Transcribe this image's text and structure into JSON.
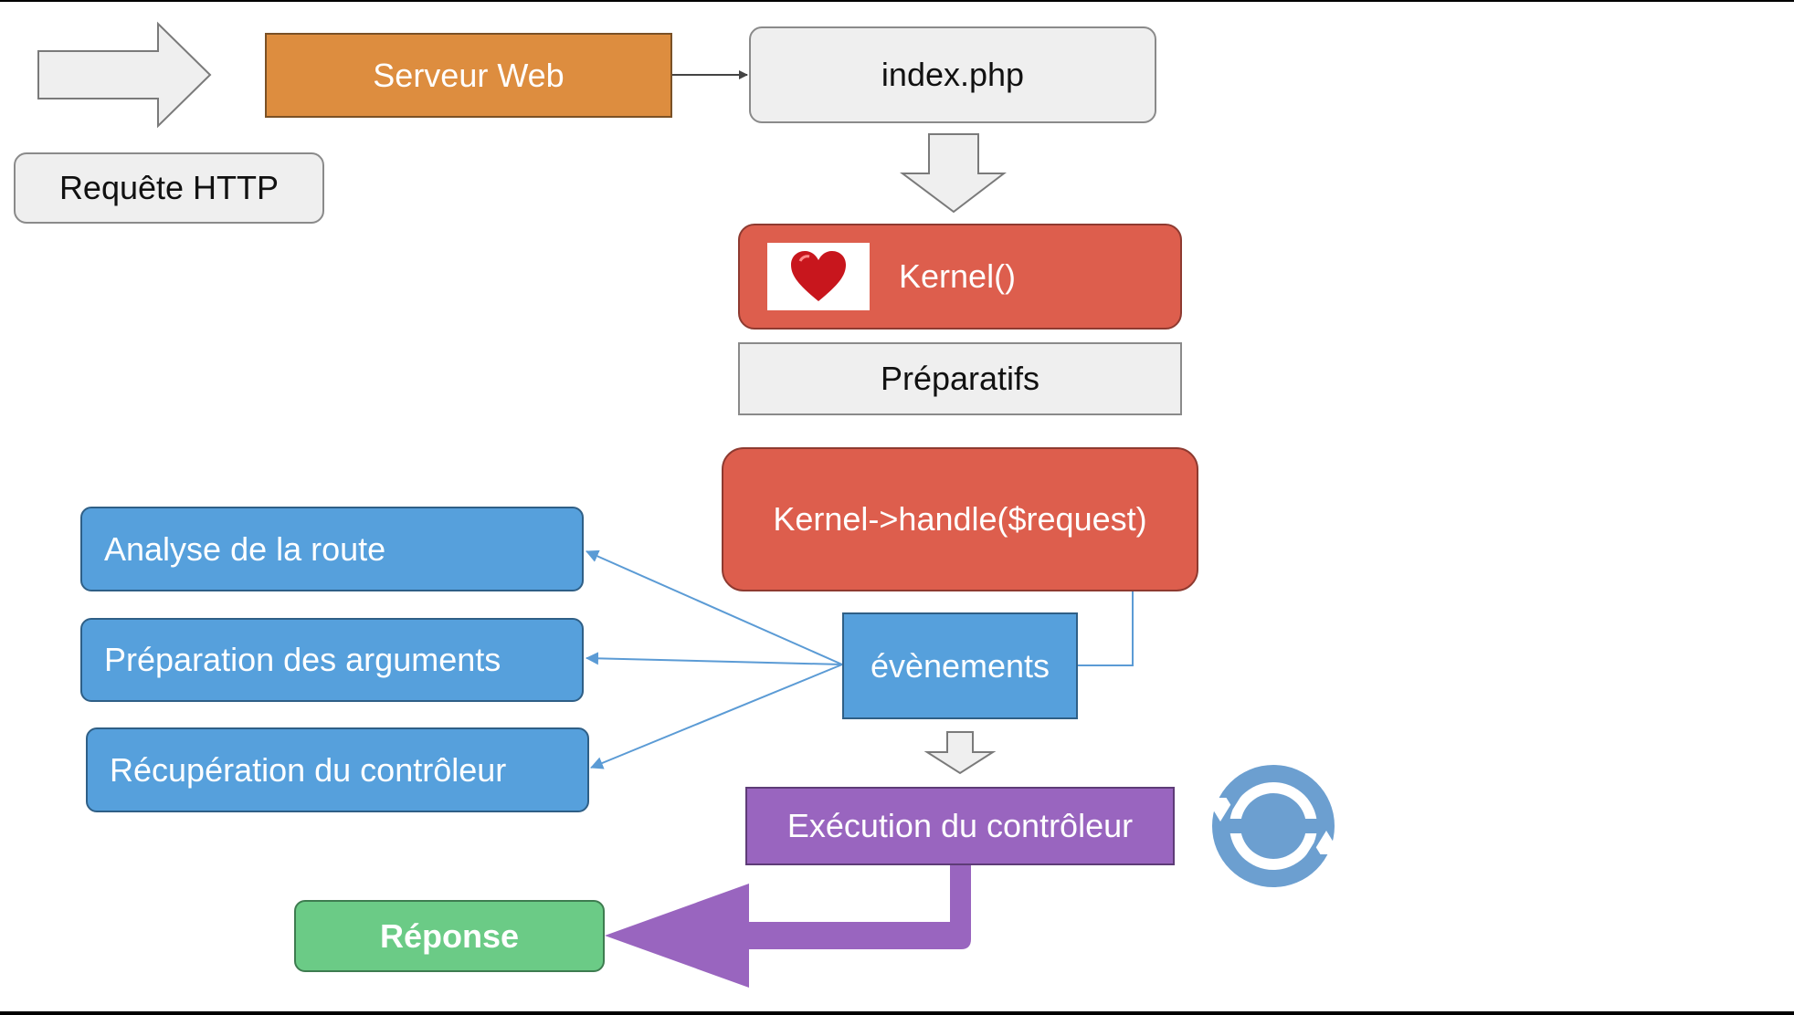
{
  "nodes": {
    "http_request": "Requête HTTP",
    "web_server": "Serveur Web",
    "index_php": "index.php",
    "kernel": "Kernel()",
    "preparations": "Préparatifs",
    "kernel_handle": "Kernel->handle($request)",
    "events": "évènements",
    "route_analysis": "Analyse de la route",
    "arguments_preparation": "Préparation des arguments",
    "controller_retrieval": "Récupération du contrôleur",
    "controller_execution": "Exécution du contrôleur",
    "response": "Réponse"
  },
  "icons": {
    "kernel_icon": "heart-icon",
    "loop_icon": "refresh-icon"
  },
  "colors": {
    "web_server": "#dd8d3f",
    "kernel": "#dd5e4d",
    "events": "#56a0dc",
    "execution": "#9965bf",
    "response": "#6bcb86"
  }
}
